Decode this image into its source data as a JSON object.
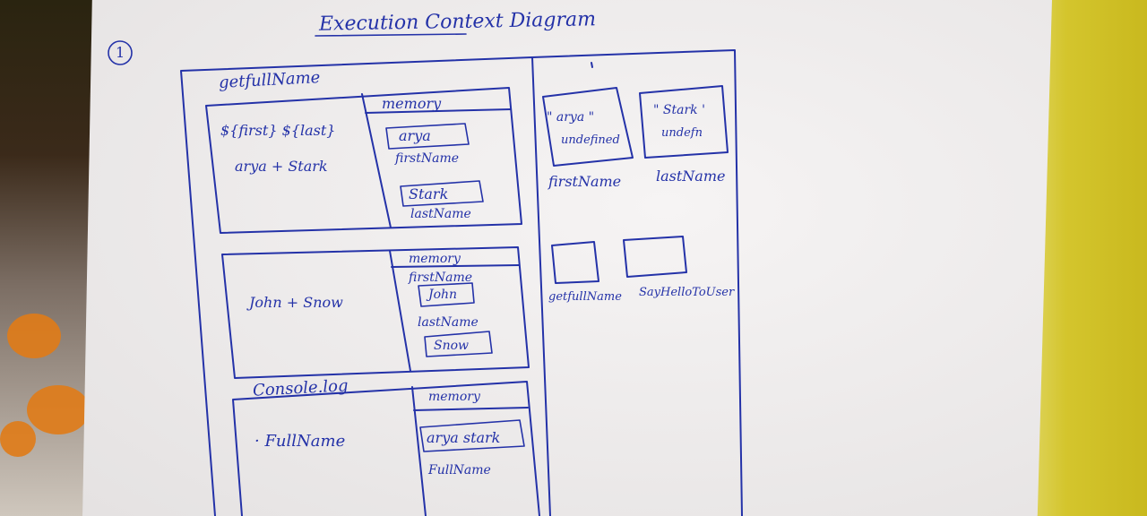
{
  "diagram": {
    "title": "Execution Context Diagram",
    "page_number": "1",
    "contexts": [
      {
        "label": "getfullName",
        "code": [
          "${first} ${last}",
          "arya + Stark"
        ],
        "memory_header": "memory",
        "variables": [
          {
            "value": "arya",
            "name": "firstName"
          },
          {
            "value": "Stark",
            "name": "lastName"
          }
        ]
      },
      {
        "label": "",
        "code": [
          "John + Snow"
        ],
        "memory_header": "memory",
        "variables": [
          {
            "name": "firstName",
            "value": "John"
          },
          {
            "name": "lastName",
            "value": "Snow"
          }
        ]
      },
      {
        "label": "Console.log",
        "code": [
          "· FullName"
        ],
        "memory_header": "memory",
        "variables": [
          {
            "value": "arya stark",
            "name": "FullName"
          }
        ]
      }
    ],
    "global_memory": [
      {
        "value_lines": [
          "\" arya \"",
          "undefined"
        ],
        "name": "firstName"
      },
      {
        "value_lines": [
          "\" Stark '",
          "undefn"
        ],
        "name": "lastName"
      },
      {
        "value_lines": [],
        "name": "getfullName"
      },
      {
        "value_lines": [],
        "name": "SayHelloToUser"
      }
    ]
  }
}
